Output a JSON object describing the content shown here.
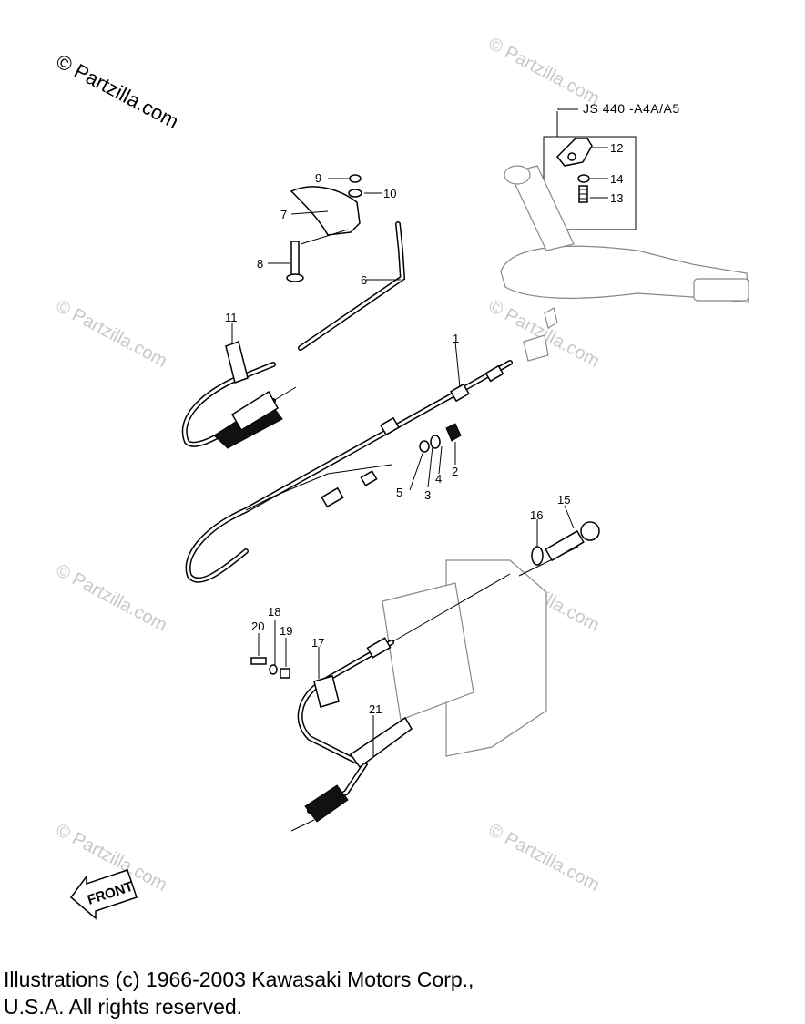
{
  "watermark": {
    "top_left": "© Partzilla.com",
    "repeat_text": "© Partzilla.com"
  },
  "model_label": "JS 440 -A4A/A5",
  "callouts": [
    "1",
    "2",
    "3",
    "4",
    "5",
    "6",
    "7",
    "8",
    "9",
    "10",
    "11",
    "12",
    "13",
    "14",
    "15",
    "16",
    "17",
    "18",
    "19",
    "20",
    "21"
  ],
  "front_label": "FRONT",
  "footer": {
    "line1": "Illustrations (c) 1966-2003 Kawasaki Motors Corp.,",
    "line2": "U.S.A.  All rights reserved."
  }
}
